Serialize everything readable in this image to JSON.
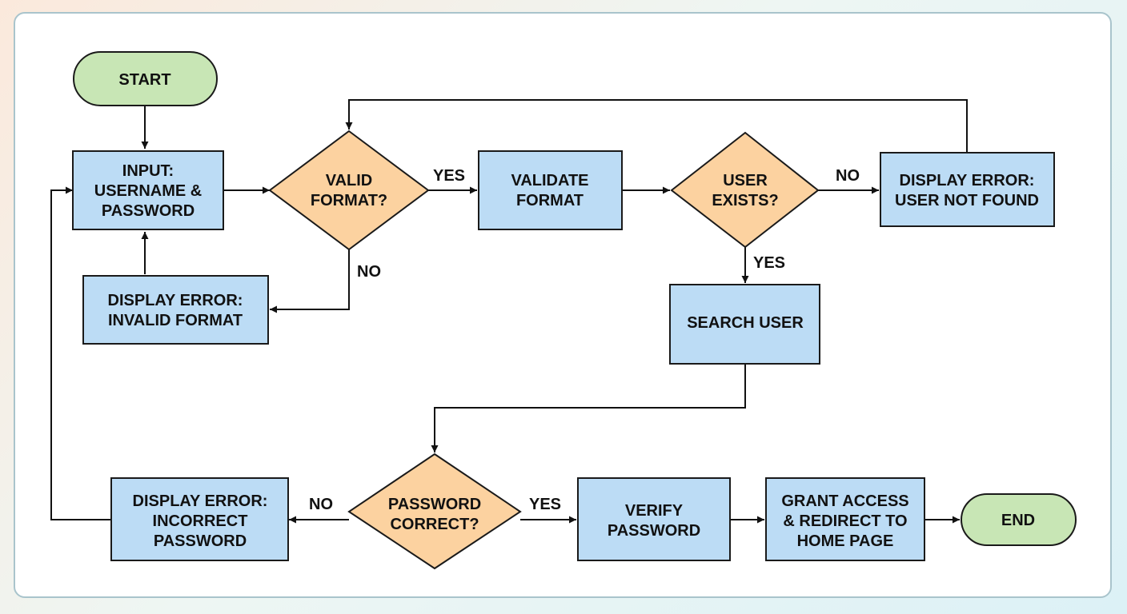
{
  "nodes": {
    "start": "START",
    "input": [
      "INPUT:",
      "USERNAME &",
      "PASSWORD"
    ],
    "valid_format": [
      "VALID",
      "FORMAT?"
    ],
    "validate_format": [
      "VALIDATE",
      "FORMAT"
    ],
    "user_exists": [
      "USER",
      "EXISTS?"
    ],
    "error_user_not_found": [
      "DISPLAY ERROR:",
      "USER NOT FOUND"
    ],
    "error_invalid_format": [
      "DISPLAY ERROR:",
      "INVALID FORMAT"
    ],
    "search_user": "SEARCH USER",
    "password_correct": [
      "PASSWORD",
      "CORRECT?"
    ],
    "error_incorrect_password": [
      "DISPLAY ERROR:",
      "INCORRECT",
      "PASSWORD"
    ],
    "verify_password": [
      "VERIFY",
      "PASSWORD"
    ],
    "grant_access": [
      "GRANT ACCESS",
      "& REDIRECT TO",
      "HOME PAGE"
    ],
    "end": "END"
  },
  "edge_labels": {
    "valid_yes": "YES",
    "valid_no": "NO",
    "exists_no": "NO",
    "exists_yes": "YES",
    "password_no": "NO",
    "password_yes": "YES"
  },
  "colors": {
    "process_fill": "#bcdcf5",
    "decision_fill": "#fcd2a0",
    "terminal_fill": "#c8e6b5",
    "stroke": "#1a1a1a"
  }
}
